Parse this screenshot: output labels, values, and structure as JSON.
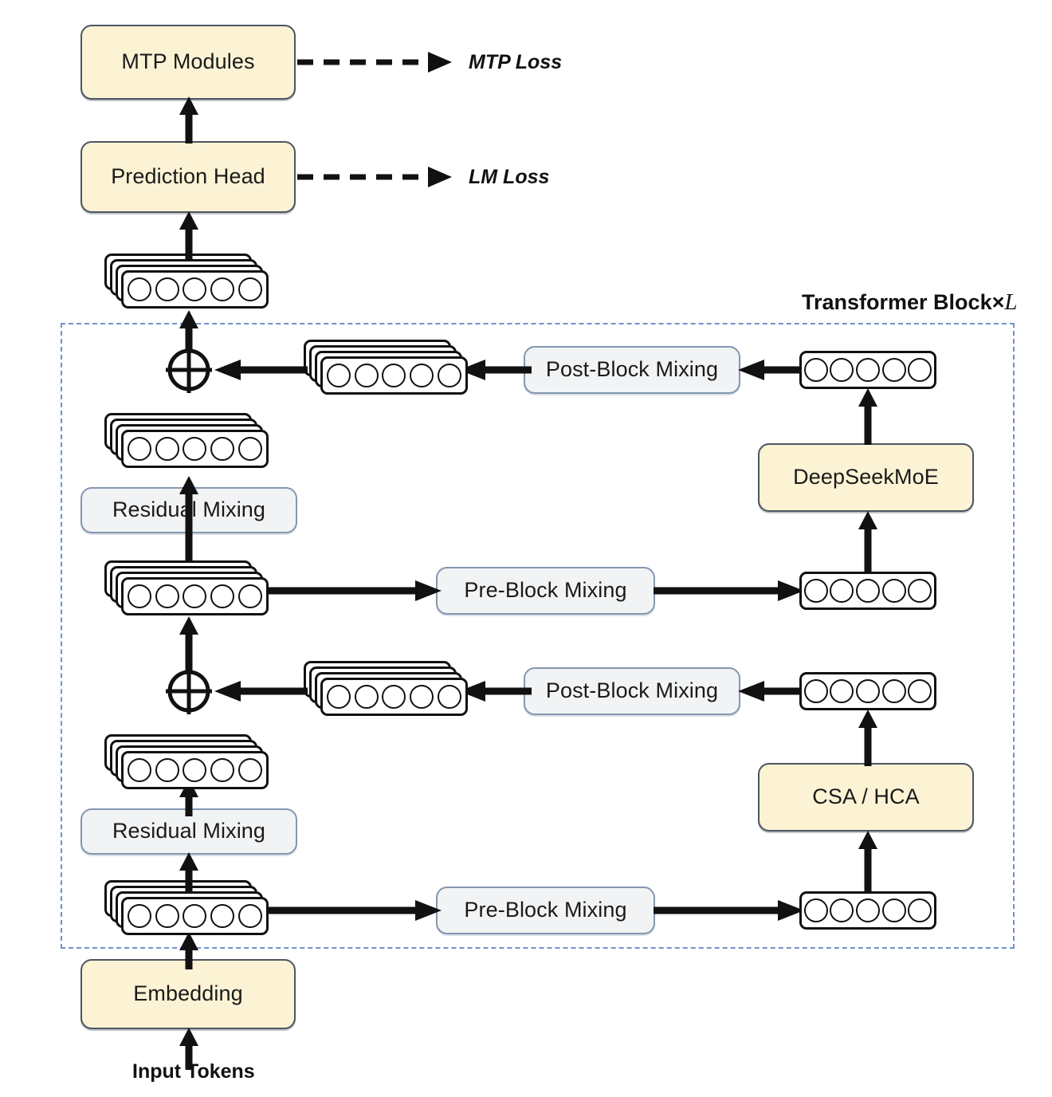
{
  "diagram": {
    "title": "Transformer Block ×L",
    "title_main": "Transformer Block",
    "title_mult": "×",
    "title_repeat": "L",
    "colors": {
      "cream_fill": "#fcf3d5",
      "cream_border": "#4d5560",
      "gray_fill": "#f1f3f5",
      "gray_border": "#8497b0",
      "dashed_border": "#6f93c9",
      "stroke": "#111111",
      "background": "#ffffff"
    }
  },
  "boxes": {
    "mtp_modules": "MTP Modules",
    "prediction_head": "Prediction Head",
    "residual_mixing_upper": "Residual Mixing",
    "residual_mixing_lower": "Residual Mixing",
    "pre_block_mixing_upper": "Pre-Block Mixing",
    "pre_block_mixing_lower": "Pre-Block Mixing",
    "post_block_mixing_upper": "Post-Block Mixing",
    "post_block_mixing_lower": "Post-Block Mixing",
    "deepseekmoe": "DeepSeekMoE",
    "csa_hca": "CSA / HCA",
    "embedding": "Embedding"
  },
  "labels": {
    "mtp_loss": "MTP Loss",
    "lm_loss": "LM Loss",
    "input_tokens": "Input Tokens"
  },
  "tokens": {
    "dots_per_row": 5,
    "stack_layers": 3
  }
}
